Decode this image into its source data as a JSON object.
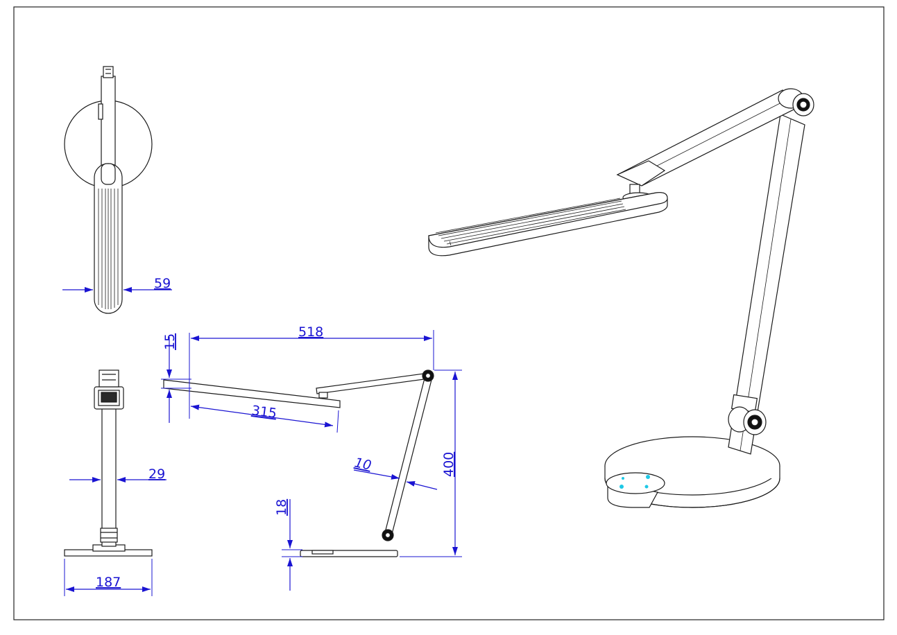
{
  "colors": {
    "line": "#1a1a1a",
    "dimension": "#1a14d2",
    "touch_pad": "#1ec8e6",
    "frame": "#222222"
  },
  "dimensions": {
    "head_width": "59",
    "arm_width": "29",
    "base_width": "187",
    "arm_length": "518",
    "head_length": "315",
    "head_thickness": "15",
    "arm_thickness": "10",
    "height": "400",
    "base_thickness": "18"
  }
}
